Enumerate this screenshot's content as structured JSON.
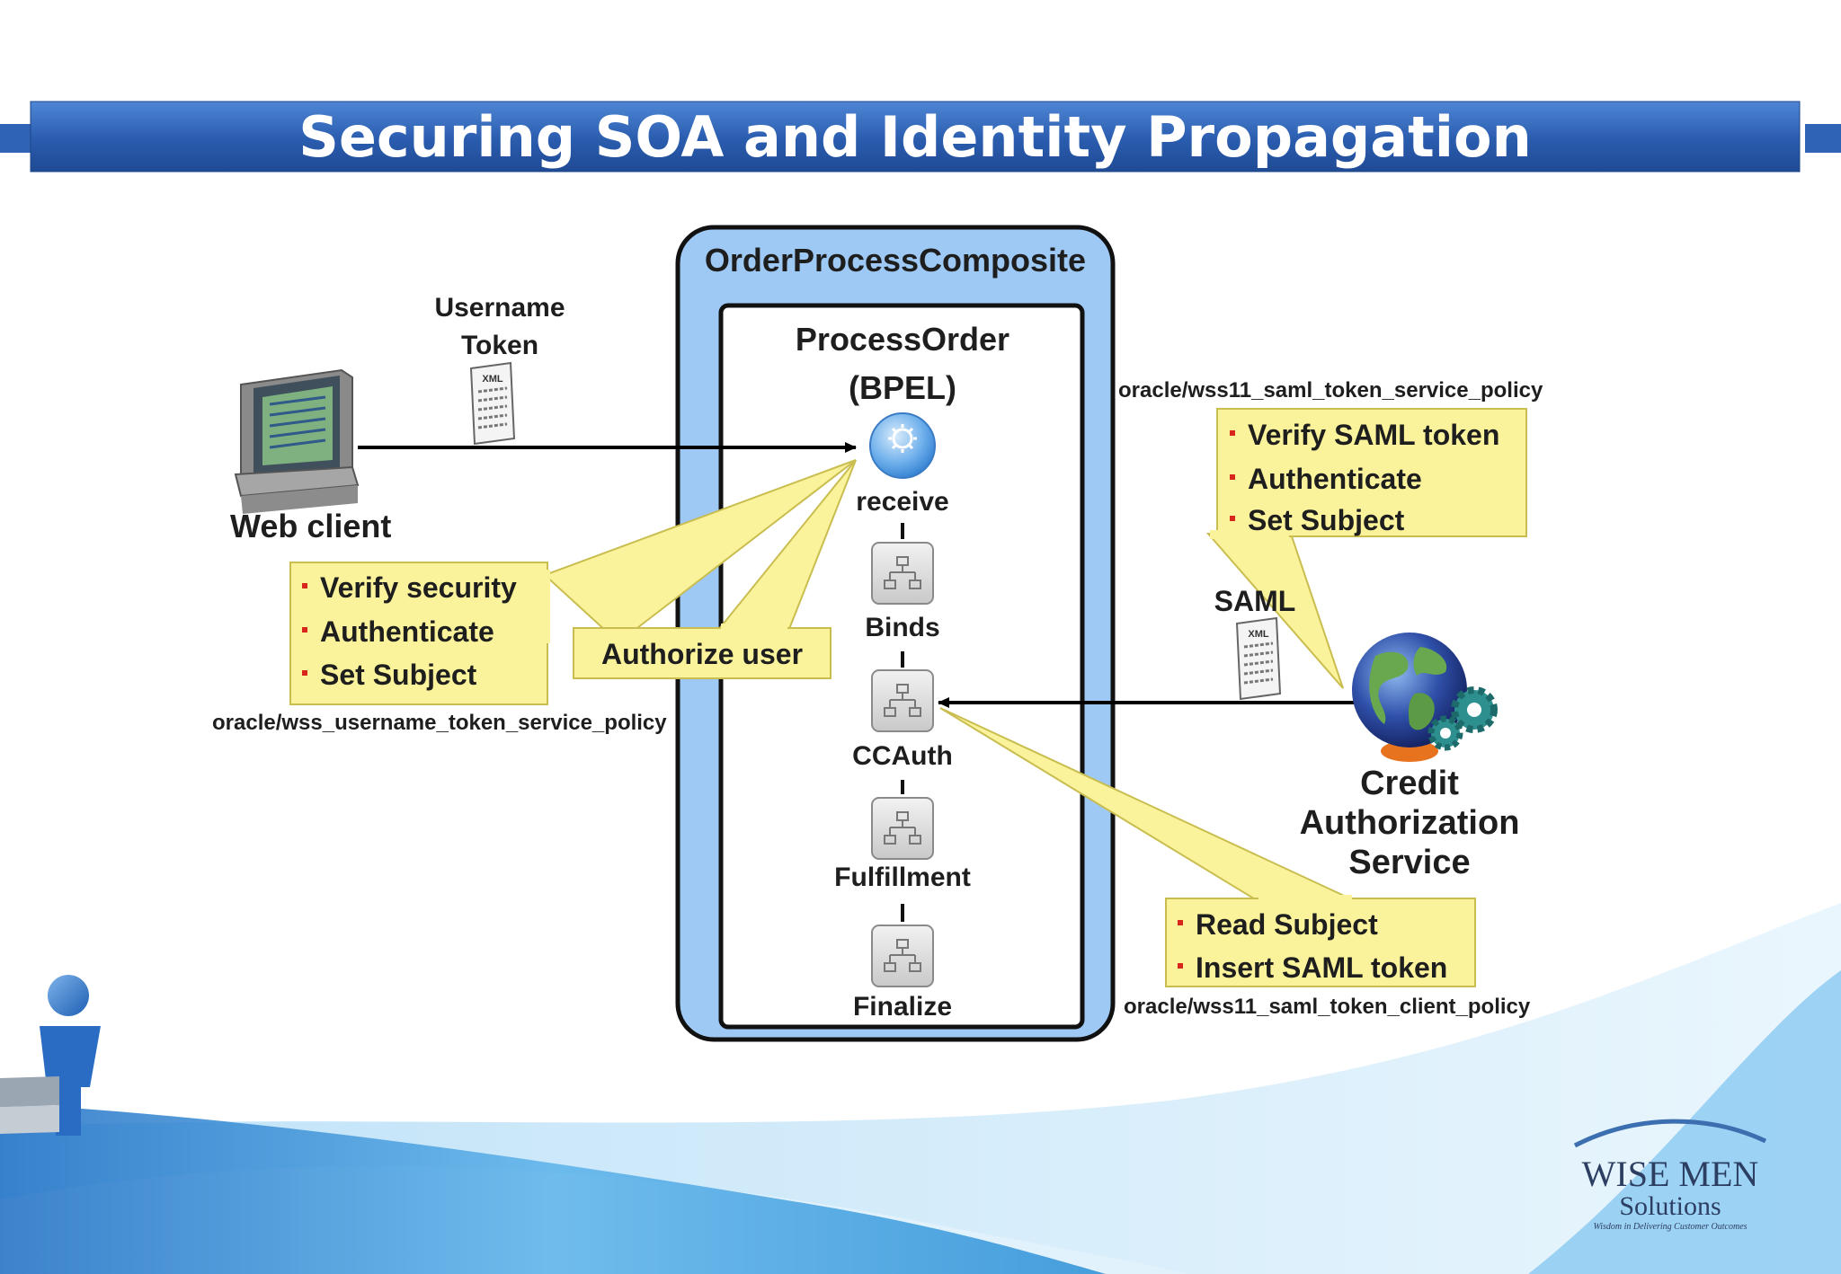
{
  "slide": {
    "title": "Securing SOA and Identity Propagation"
  },
  "composite": {
    "label": "OrderProcessComposite"
  },
  "process": {
    "line1": "ProcessOrder",
    "line2": "(BPEL)",
    "steps": [
      {
        "label": "receive",
        "icon": "gear-icon"
      },
      {
        "label": "Binds",
        "icon": "flowchart-icon"
      },
      {
        "label": "CCAuth",
        "icon": "flowchart-icon"
      },
      {
        "label": "Fulfillment",
        "icon": "flowchart-icon"
      },
      {
        "label": "Finalize",
        "icon": "flowchart-icon"
      }
    ]
  },
  "web_client": {
    "label": "Web client",
    "token_line1": "Username",
    "token_line2": "Token",
    "doc_tag": "XML"
  },
  "callout_left": {
    "items": [
      "Verify security",
      "Authenticate",
      "Set Subject"
    ],
    "policy": "oracle/wss_username_token_service_policy"
  },
  "callout_authorize": {
    "label": "Authorize user"
  },
  "callout_saml_service": {
    "policy": "oracle/wss11_saml_token_service_policy",
    "items": [
      "Verify SAML token",
      "Authenticate",
      "Set Subject"
    ]
  },
  "saml": {
    "label": "SAML",
    "doc_tag": "XML"
  },
  "credit_service": {
    "line1": "Credit",
    "line2": "Authorization",
    "line3": "Service"
  },
  "callout_client": {
    "items": [
      "Read Subject",
      "Insert SAML token"
    ],
    "policy": "oracle/wss11_saml_token_client_policy"
  },
  "logo": {
    "name": "WISE MEN",
    "sub": "Solutions",
    "tagline": "Wisdom in Delivering Customer Outcomes"
  },
  "colors": {
    "title_bar": "#2f63b6",
    "composite_fill": "#9ec9f4",
    "callout_fill": "#fbf39b",
    "bullet": "#d9261c",
    "wave": "#2a8fd6"
  }
}
